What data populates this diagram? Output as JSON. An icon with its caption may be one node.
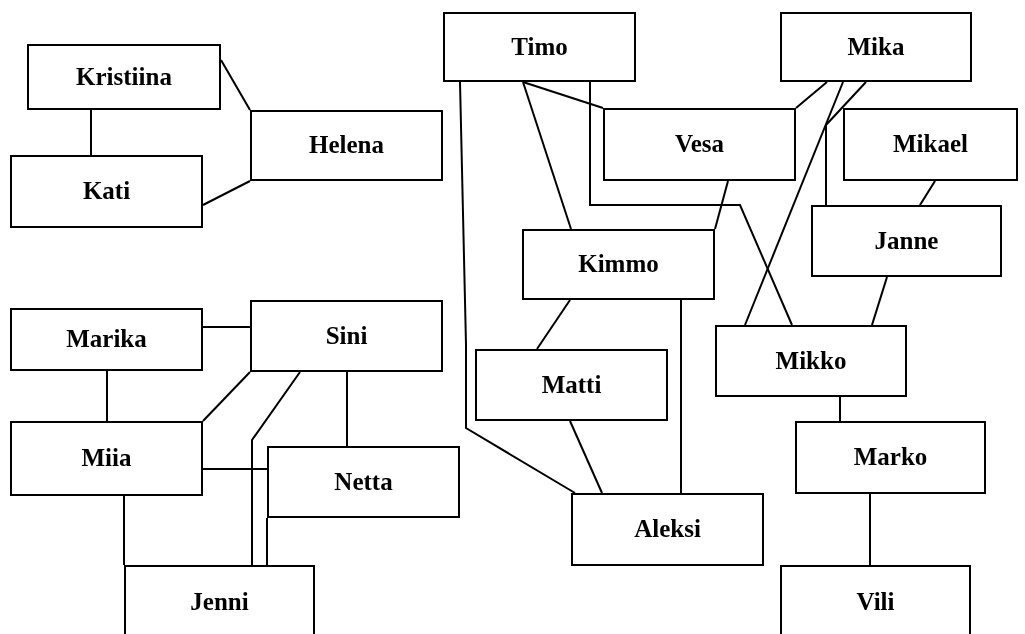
{
  "diagram": {
    "nodes": [
      {
        "text": [
          "Kristiina"
        ]
      },
      {
        "text": [
          "Kati"
        ]
      },
      {
        "text": [
          "Helena"
        ]
      },
      {
        "text": [
          "Marika"
        ]
      },
      {
        "text": [
          "Sini"
        ]
      },
      {
        "text": [
          "Miia"
        ]
      },
      {
        "text": [
          "Netta"
        ]
      },
      {
        "text": [
          "Jenni"
        ]
      },
      {
        "text": [
          "Timo"
        ]
      },
      {
        "text": [
          "Mika"
        ]
      },
      {
        "text": [
          "Vesa"
        ]
      },
      {
        "text": [
          "Mikael"
        ]
      },
      {
        "text": [
          "Kimmo"
        ]
      },
      {
        "text": [
          "Janne"
        ]
      },
      {
        "text": [
          "Matti"
        ]
      },
      {
        "text": [
          "Mikko"
        ]
      },
      {
        "text": [
          "Marko"
        ]
      },
      {
        "text": [
          "Aleksi"
        ]
      },
      {
        "text": [
          "Vili"
        ]
      }
    ],
    "edges": [
      {
        "from": 0,
        "to": 1,
        "arrow": "none"
      },
      {
        "from": 0,
        "to": 2,
        "arrow": "none"
      },
      {
        "from": 1,
        "to": 2,
        "arrow": "none"
      },
      {
        "from": 3,
        "to": 4,
        "arrow": "none"
      },
      {
        "from": 3,
        "to": 5,
        "arrow": "none"
      },
      {
        "from": 4,
        "to": 5,
        "arrow": "none"
      },
      {
        "from": 5,
        "to": 6,
        "arrow": "none"
      },
      {
        "from": 5,
        "to": 7,
        "arrow": "none"
      },
      {
        "from": 4,
        "to": 6,
        "arrow": "none"
      },
      {
        "from": 4,
        "to": 7,
        "arrow": "none"
      },
      {
        "from": 6,
        "to": 7,
        "arrow": "none"
      },
      {
        "from": 8,
        "to": 17,
        "arrow": "none"
      },
      {
        "from": 8,
        "to": 12,
        "arrow": "none"
      },
      {
        "from": 8,
        "to": 10,
        "arrow": "none"
      },
      {
        "from": 8,
        "to": 15,
        "arrow": "none"
      },
      {
        "from": 9,
        "to": 10,
        "arrow": "none"
      },
      {
        "from": 9,
        "to": 15,
        "arrow": "none"
      },
      {
        "from": 9,
        "to": 13,
        "arrow": "none"
      },
      {
        "from": 11,
        "to": 13,
        "arrow": "none"
      },
      {
        "from": 10,
        "to": 12,
        "arrow": "none"
      },
      {
        "from": 13,
        "to": 15,
        "arrow": "none"
      },
      {
        "from": 12,
        "to": 14,
        "arrow": "none"
      },
      {
        "from": 12,
        "to": 17,
        "arrow": "none"
      },
      {
        "from": 14,
        "to": 17,
        "arrow": "none"
      },
      {
        "from": 15,
        "to": 16,
        "arrow": "none"
      },
      {
        "from": 16,
        "to": 18,
        "arrow": "none"
      }
    ]
  }
}
